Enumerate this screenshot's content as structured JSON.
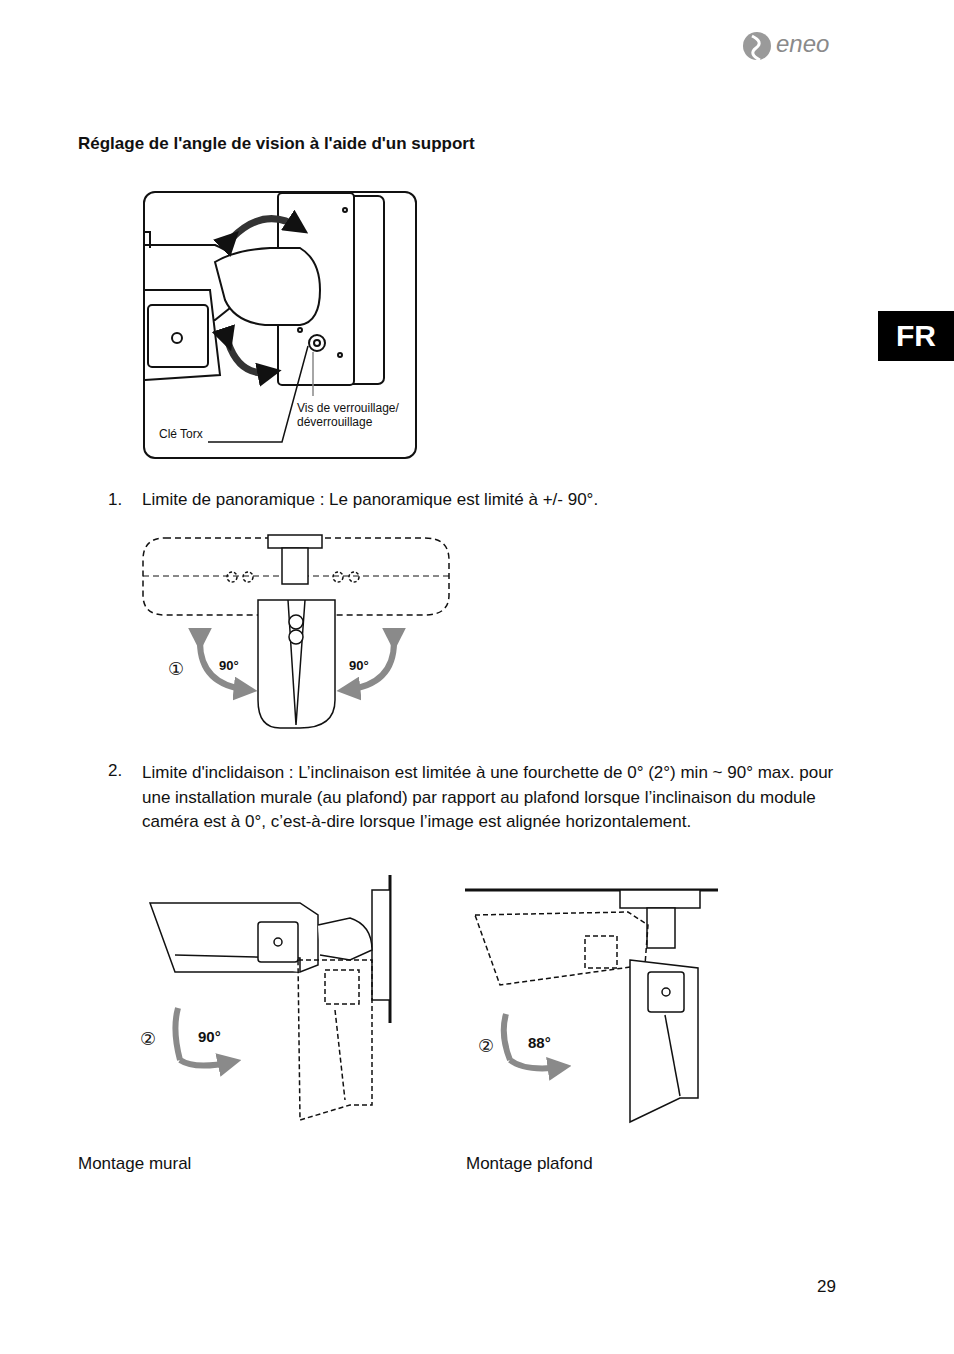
{
  "diagram": {
    "title": "Réglage de l'angle de vision à l'aide d'un support",
    "nodes": [
      {
        "text": [
          "Clé Torx",
          "Vis de verrouillage/ déverrouillage"
        ]
      },
      {
        "text": [
          "FR"
        ]
      }
    ],
    "labels": [
      "eneo",
      "1.",
      "Limite de panoramique : Le panoramique est limité à +/- 90°.",
      "①",
      "90°",
      "90°",
      "2.",
      "Limite d'inclidaison : L’inclinaison est limitée à une fourchette de 0° (2°) min ~ 90° max. pour une installation murale (au plafond) par rapport au plafond lorsque l’inclinaison du module caméra est à 0°, c’est-à-dire lorsque l’image est alignée horizontalement.",
      "②",
      "90°",
      "②",
      "88°",
      "Montage mural",
      "Montage plafond",
      "29"
    ]
  }
}
